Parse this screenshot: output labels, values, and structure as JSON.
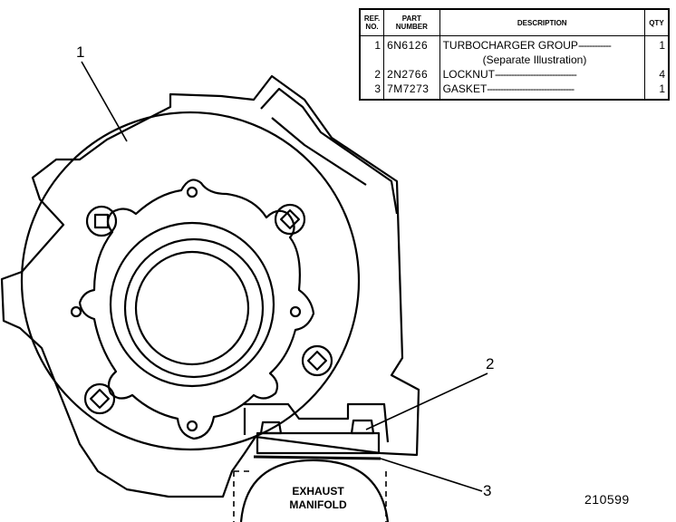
{
  "table": {
    "headers": {
      "ref": "REF. NO.",
      "part": "PART NUMBER",
      "description": "DESCRIPTION",
      "qty": "QTY"
    },
    "rows": [
      {
        "ref": "1",
        "part": "6N6126",
        "description": "TURBOCHARGER GROUP",
        "note": "(Separate Illustration)",
        "qty": "1"
      },
      {
        "ref": "2",
        "part": "2N2766",
        "description": "LOCKNUT",
        "qty": "4"
      },
      {
        "ref": "3",
        "part": "7M7273",
        "description": "GASKET",
        "qty": "1"
      }
    ]
  },
  "callouts": [
    "1",
    "2",
    "3"
  ],
  "manifold_label": "EXHAUST MANIFOLD",
  "figure_number": "210599"
}
